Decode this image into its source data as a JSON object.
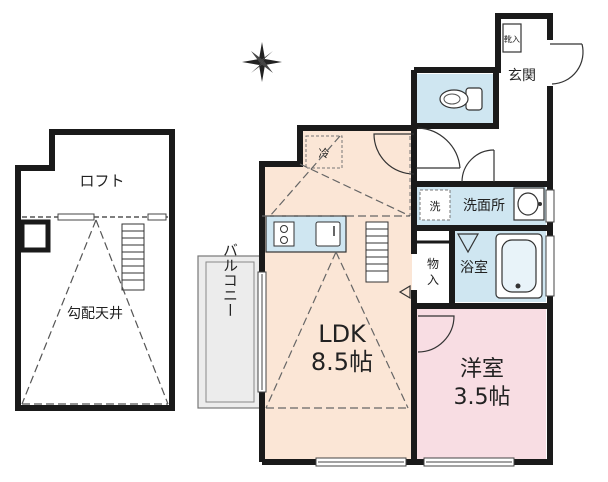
{
  "loft_section": {
    "loft_label": "ロフト",
    "ceiling_label": "勾配天井"
  },
  "rooms": {
    "ldk": {
      "name": "LDK",
      "size": "8.5帖"
    },
    "western_room": {
      "name": "洋室",
      "size": "3.5帖"
    },
    "bathroom": {
      "name": "浴室"
    },
    "washroom": {
      "name": "洗面所"
    },
    "entrance": {
      "name": "玄関"
    },
    "storage": {
      "name": "物入"
    },
    "balcony": {
      "name": "バルコニー"
    }
  },
  "fixtures": {
    "refrigerator": "冷",
    "washer": "洗",
    "shoe_storage": "靴入"
  },
  "colors": {
    "wall": "#1a1a1a",
    "ldk_floor": "#fbe6d6",
    "western_floor": "#f8dde3",
    "wet_area": "#cfe6f1",
    "balcony": "#ececec"
  }
}
